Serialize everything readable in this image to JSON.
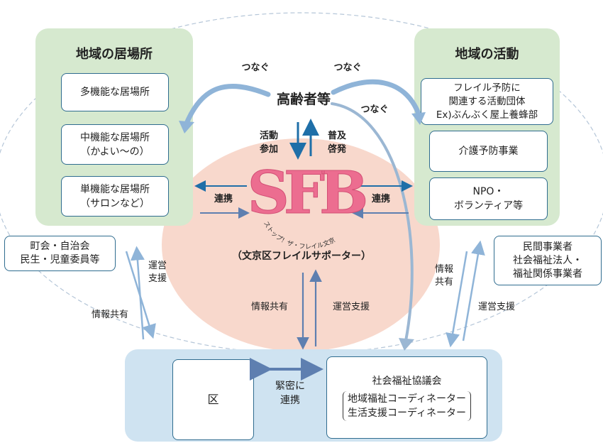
{
  "left_panel": {
    "title": "地域の居場所",
    "items": [
      "多機能な居場所",
      "中機能な居場所\n（かよい～の）",
      "単機能な居場所\n（サロンなど）"
    ]
  },
  "right_panel": {
    "title": "地域の活動",
    "items": [
      "フレイル予防に\n関連する活動団体\nEx)ぶんぶく屋上養蜂部",
      "介護予防事業",
      "NPO・\nボランティア等"
    ]
  },
  "center": {
    "seniors": "高齢者等",
    "connect_labels": [
      "つなぐ",
      "つなぐ",
      "つなぐ"
    ],
    "participation": "活動\n参加",
    "promotion": "普及\n啓発",
    "logo_letters": "SFB",
    "logo_arc_text": "ストップ！ザ・フレイル文京",
    "supporter": "（文京区フレイルサポーター）",
    "renkei_left": "連携",
    "renkei_right": "連携",
    "info_share": "情報共有",
    "op_support": "運営支援"
  },
  "left_side": {
    "box": "町会・自治会\n民生・児童委員等",
    "op_support": "運営\n支援",
    "info_share": "情報共有"
  },
  "right_side": {
    "box": "民間事業者\n社会福祉法人・\n福祉関係事業者",
    "info_share": "情報\n共有",
    "op_support": "運営支援"
  },
  "bottom": {
    "ward": "区",
    "close_link": "緊密に\n連携",
    "council_title": "社会福祉協議会",
    "council_roles": "地域福祉コーディネーター\n生活支援コーディネーター"
  },
  "colors": {
    "green_panel": "#d6e9cf",
    "blue_panel": "#cfe3f1",
    "salmon_circle": "#f8d8cc",
    "arrow_blue": "#1f6fa8",
    "arrow_light": "#8fb4d8",
    "logo_pink": "#ec6d90"
  }
}
